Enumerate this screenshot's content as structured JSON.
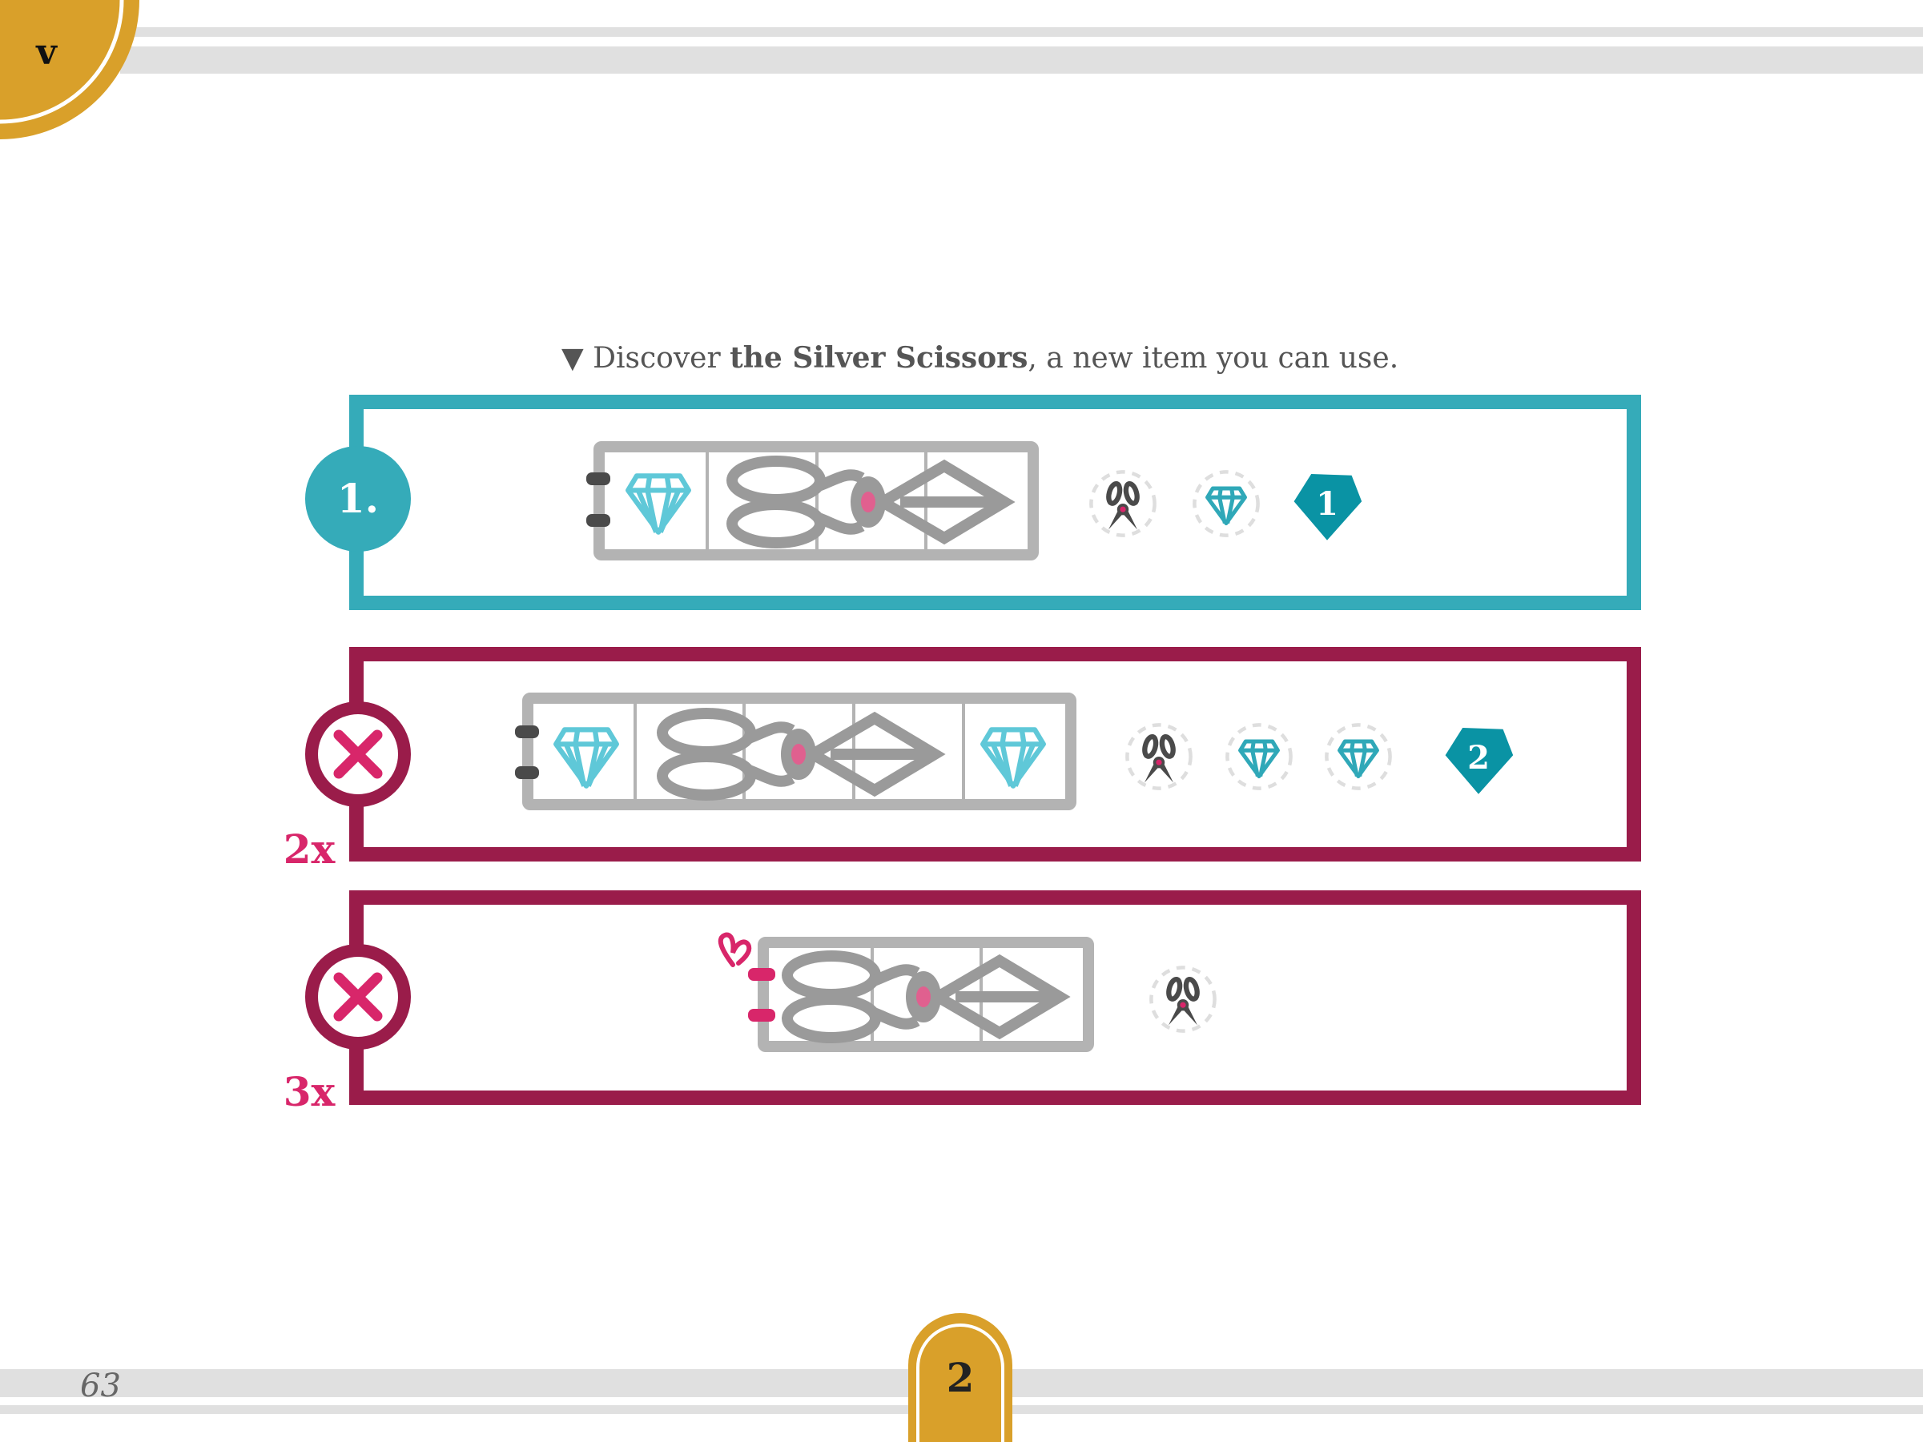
{
  "header": {
    "chapter_letter": "v"
  },
  "instruction": {
    "marker": "▼",
    "prefix": "Discover ",
    "bold": "the Silver Scissors",
    "suffix": ", a new item you can use."
  },
  "panels": [
    {
      "badge": "1.",
      "result_number": "1",
      "color": "#35abb9"
    },
    {
      "badge": "✕",
      "multiplier": "2x",
      "result_number": "2",
      "color": "#9a1c4a"
    },
    {
      "badge": "✕",
      "multiplier": "3x",
      "color": "#9a1c4a"
    }
  ],
  "footer": {
    "page_number": "63",
    "tab_number": "2"
  },
  "colors": {
    "gold": "#d9a02a",
    "teal": "#35abb9",
    "maroon": "#9a1c4a",
    "pink": "#d8266a",
    "gray": "#b3b3b3",
    "gem": "#5fc8d8",
    "pentagon": "#0a93a4"
  }
}
